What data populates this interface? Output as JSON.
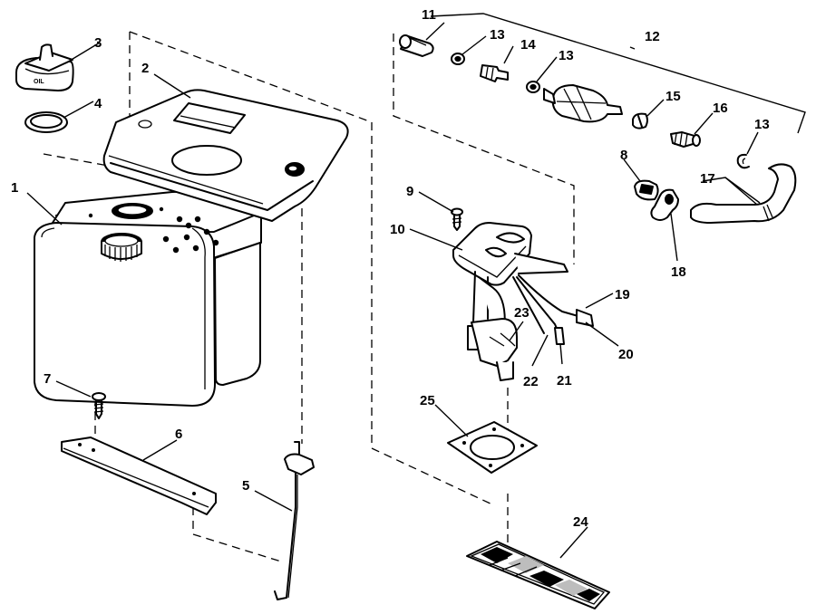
{
  "callouts": [
    {
      "id": "c1",
      "text": "1"
    },
    {
      "id": "c2",
      "text": "2"
    },
    {
      "id": "c3",
      "text": "3"
    },
    {
      "id": "c4",
      "text": "4"
    },
    {
      "id": "c5",
      "text": "5"
    },
    {
      "id": "c6",
      "text": "6"
    },
    {
      "id": "c7",
      "text": "7"
    },
    {
      "id": "c8",
      "text": "8"
    },
    {
      "id": "c9",
      "text": "9"
    },
    {
      "id": "c10",
      "text": "10"
    },
    {
      "id": "c11",
      "text": "11"
    },
    {
      "id": "c12",
      "text": "12"
    },
    {
      "id": "c13a",
      "text": "13"
    },
    {
      "id": "c13b",
      "text": "13"
    },
    {
      "id": "c13c",
      "text": "13"
    },
    {
      "id": "c14",
      "text": "14"
    },
    {
      "id": "c15",
      "text": "15"
    },
    {
      "id": "c16",
      "text": "16"
    },
    {
      "id": "c17",
      "text": "17"
    },
    {
      "id": "c18",
      "text": "18"
    },
    {
      "id": "c19",
      "text": "19"
    },
    {
      "id": "c20",
      "text": "20"
    },
    {
      "id": "c21",
      "text": "21"
    },
    {
      "id": "c22",
      "text": "22"
    },
    {
      "id": "c23",
      "text": "23"
    },
    {
      "id": "c24",
      "text": "24"
    },
    {
      "id": "c25",
      "text": "25"
    }
  ],
  "cap_marking": "OIL"
}
